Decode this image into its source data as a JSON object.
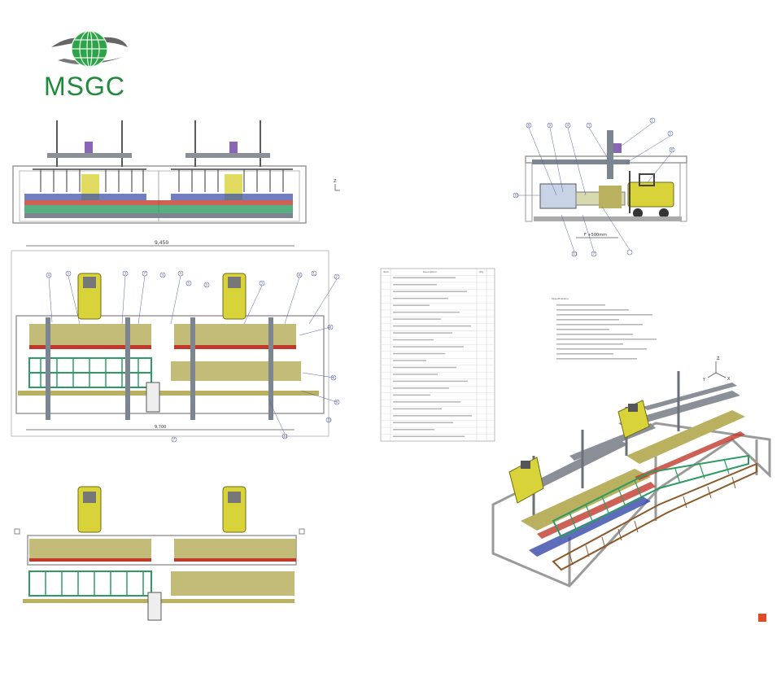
{
  "logo": {
    "text": "MSGC",
    "color": "#1f8a3a"
  },
  "colors": {
    "frame": "#9a9a9a",
    "steel": "#7c8690",
    "belt_green": "#2e9b62",
    "belt_red": "#c0392b",
    "belt_blue": "#3548a8",
    "forklift_yellow": "#d9d33a",
    "lumber": "#b9b060",
    "wheel": "#333333",
    "accent_purple": "#8a67b5",
    "conveyor_brown": "#8b5a2b"
  },
  "plan_view": {
    "overall_dimension": "9,450",
    "sub_dimension": "9,700",
    "callouts": [
      "4",
      "5",
      "3",
      "7",
      "3",
      "4",
      "5",
      "5",
      "3",
      "4",
      "1",
      "2",
      "8",
      "6",
      "9",
      "10",
      "11",
      "7"
    ]
  },
  "side_view": {
    "dimension": "F +500mm",
    "callouts": [
      "8",
      "9",
      "4",
      "3",
      "1",
      "5",
      "6",
      "10",
      "11",
      "7"
    ]
  },
  "parts_table": {
    "header": [
      "Item",
      "Description",
      "Qty"
    ],
    "row_count": 24
  },
  "spec_list": {
    "title": "Specifications",
    "line_count": 12
  },
  "axis_labels": [
    "Z",
    "X",
    "Y"
  ]
}
